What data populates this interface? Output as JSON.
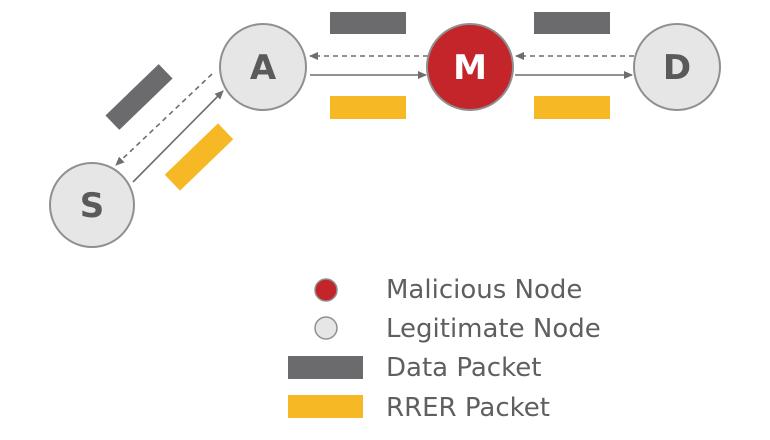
{
  "nodes": {
    "s": {
      "label": "S"
    },
    "a": {
      "label": "A"
    },
    "m": {
      "label": "M"
    },
    "d": {
      "label": "D"
    }
  },
  "legend": {
    "malicious": "Malicious Node",
    "legitimate": "Legitimate Node",
    "data_packet": "Data Packet",
    "rrer_packet": "RRER Packet"
  },
  "colors": {
    "malicious_fill": "#c3252b",
    "legitimate_fill": "#e6e6e6",
    "node_stroke": "#8f8f8f",
    "label_color": "#5a5a5a",
    "data_packet": "#6b6b6d",
    "rrer_packet": "#f7b825",
    "arrow": "#6e6e6e",
    "legend_text": "#5f5f5f"
  }
}
